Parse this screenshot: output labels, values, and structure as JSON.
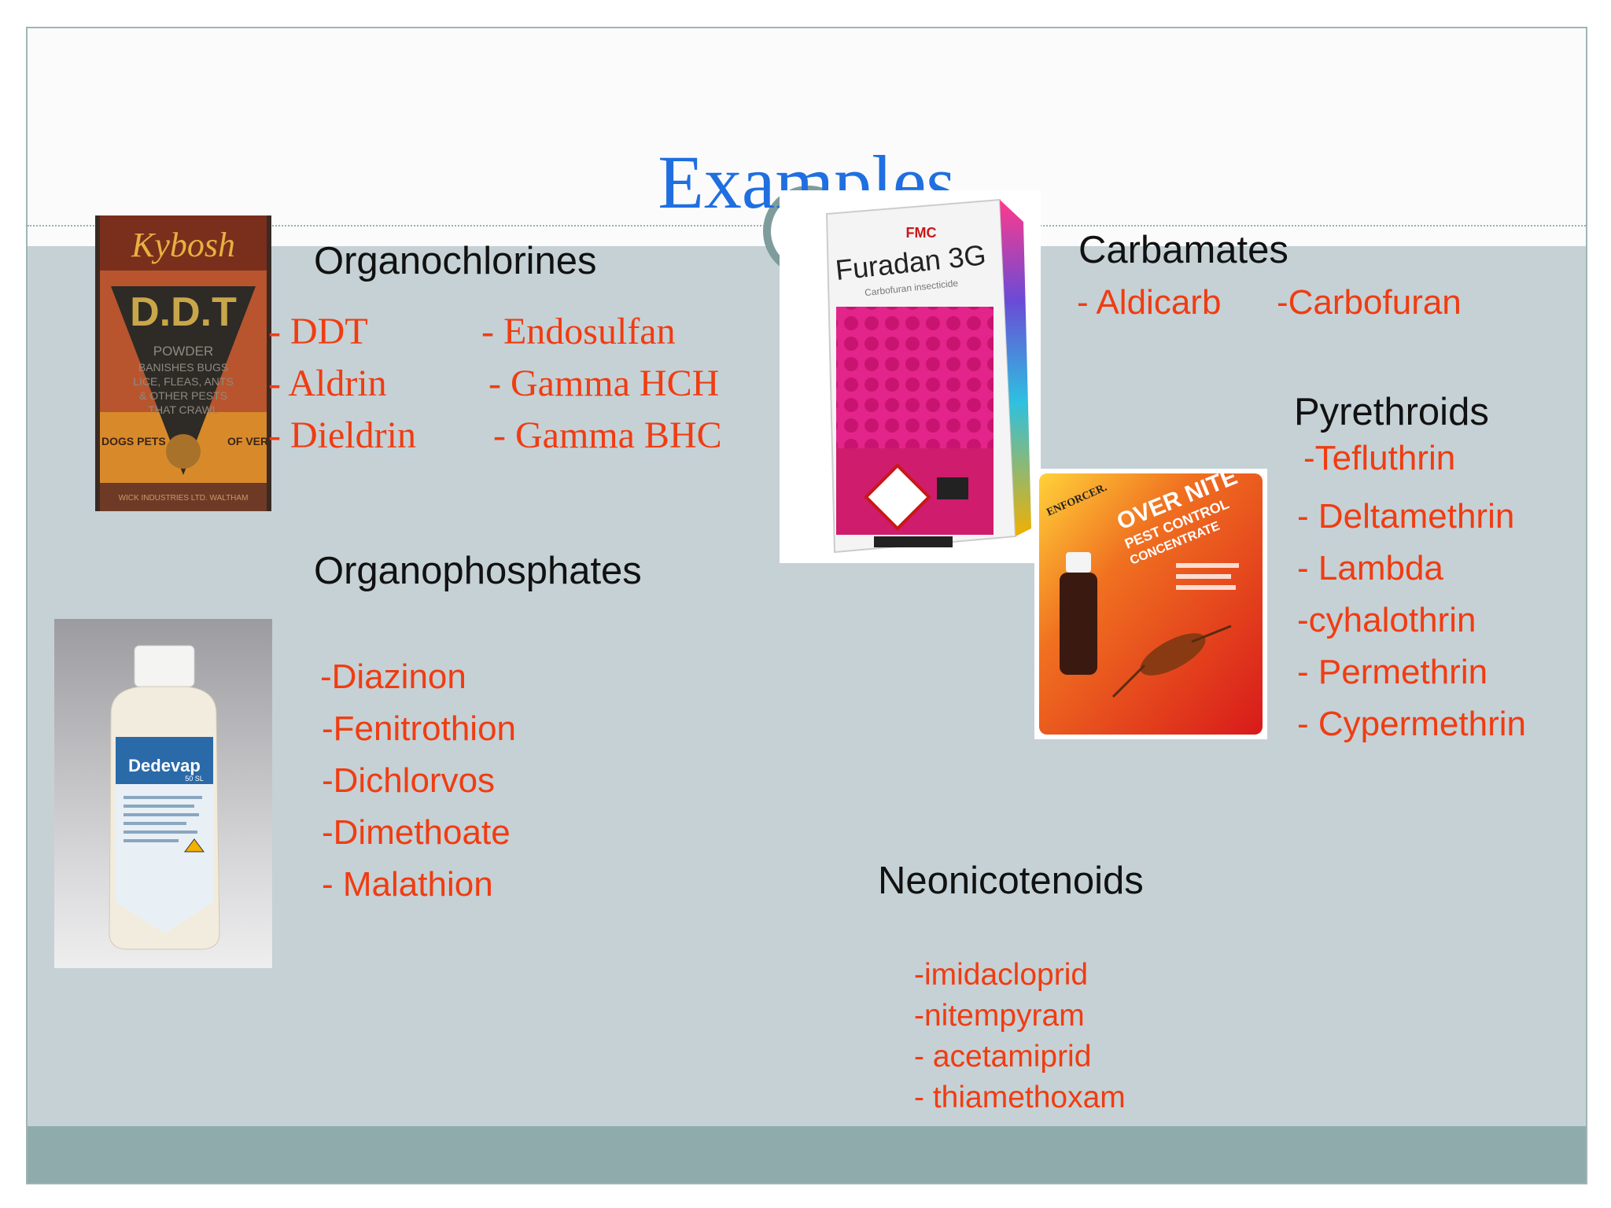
{
  "slide": {
    "title": "Examples",
    "colors": {
      "title": "#1f6fe0",
      "item_text": "#f03c12",
      "heading_text": "#111111",
      "body_band": "#c5d1d5",
      "footer_band": "#8fabab"
    }
  },
  "organochlorines": {
    "heading": "Organochlorines",
    "col1": [
      "- DDT",
      "- Aldrin",
      "- Dieldrin"
    ],
    "col2": [
      "- Endosulfan",
      "- Gamma HCH",
      "- Gamma BHC"
    ]
  },
  "organophosphates": {
    "heading": "Organophosphates",
    "items": [
      "-Diazinon",
      "-Fenitrothion",
      "-Dichlorvos",
      "-Dimethoate",
      "- Malathion"
    ]
  },
  "carbamates": {
    "heading": "Carbamates",
    "items": [
      "- Aldicarb",
      "-Carbofuran"
    ]
  },
  "pyrethroids": {
    "heading": "Pyrethroids",
    "items": [
      "-Tefluthrin",
      "- Deltamethrin",
      "- Lambda",
      "-cyhalothrin",
      "- Permethrin",
      "- Cypermethrin"
    ]
  },
  "neonicotenoids": {
    "heading": "Neonicotenoids",
    "items": [
      "-imidacloprid",
      "-nitempyram",
      "- acetamiprid",
      "- thiamethoxam"
    ]
  },
  "images": {
    "ddt_tin": {
      "brand": "Kybosh",
      "product": "D.D.T",
      "line1": "POWDER",
      "line2": "BANISHES BUGS",
      "line3": "LICE, FLEAS, ANTS",
      "line4": "& OTHER PESTS",
      "line5": "THAT CRAWL",
      "left_band": "DOGS PETS",
      "right_band": "OF VER",
      "bottom": "WICK INDUSTRIES LTD. WALTHAM"
    },
    "furadan_bag": {
      "maker": "FMC",
      "product": "Furadan 3G",
      "sub": "Carbofuran insecticide"
    },
    "dedevap_bottle": {
      "product": "Dedevap",
      "strength": "50 SL"
    },
    "overnite_pack": {
      "brand": "ENFORCER.",
      "product_line1": "OVER NITE",
      "product_line2": "PEST CONTROL",
      "product_line3": "CONCENTRATE"
    }
  }
}
